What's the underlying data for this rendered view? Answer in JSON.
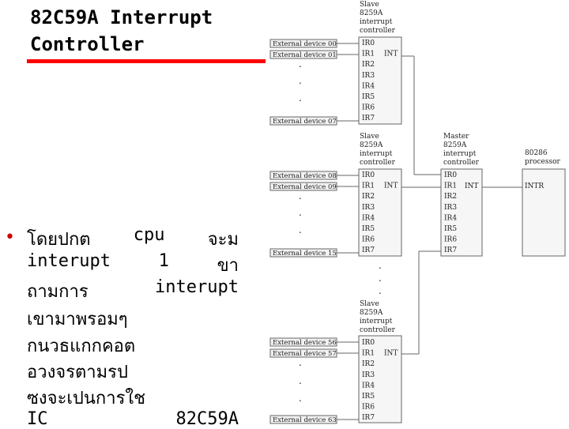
{
  "slide": {
    "title_line1": "82C59A Interrupt",
    "title_line2": "Controller",
    "accent_color": "#ff0000",
    "bullet_lines": [
      [
        "โดยปกต",
        "cpu",
        "จะม"
      ],
      [
        "interupt",
        "1",
        "ขา"
      ],
      [
        "ถามการ",
        "interupt"
      ],
      [
        "เขามาพรอมๆ"
      ],
      [
        "กนวธแกกคอต"
      ],
      [
        "อวงจรตามรป"
      ],
      [
        "ซงจะเปนการใช"
      ],
      [
        "IC",
        "82C59A"
      ]
    ]
  },
  "diagram": {
    "slaves": [
      {
        "label": [
          "Slave",
          "8259A",
          "interrupt",
          "controller"
        ],
        "devices": [
          "External device 00",
          "External device 01",
          "External device 07"
        ],
        "int_label": "INT"
      },
      {
        "label": [
          "Slave",
          "8259A",
          "interrupt",
          "controller"
        ],
        "devices": [
          "External device 08",
          "External device 09",
          "External device 15"
        ],
        "int_label": "INT"
      },
      {
        "label": [
          "Slave",
          "8259A",
          "interrupt",
          "controller"
        ],
        "devices": [
          "External device 56",
          "External device 57",
          "External device 63"
        ],
        "int_label": "INT"
      }
    ],
    "master": {
      "label": [
        "Master",
        "8259A",
        "interrupt",
        "controller"
      ],
      "int_label": "INT"
    },
    "processor": {
      "label": [
        "80286",
        "processor"
      ],
      "intr_label": "INTR"
    },
    "ir_pins": [
      "IR0",
      "IR1",
      "IR2",
      "IR3",
      "IR4",
      "IR5",
      "IR6",
      "IR7"
    ],
    "dot": "."
  }
}
